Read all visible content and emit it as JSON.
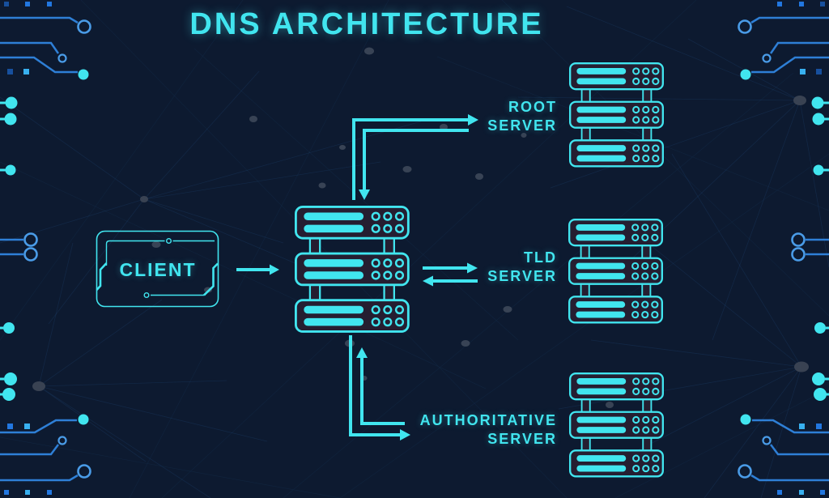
{
  "title": "DNS ARCHITECTURE",
  "client": {
    "label": "CLIENT"
  },
  "servers": {
    "root": {
      "line1": "ROOT",
      "line2": "SERVER"
    },
    "tld": {
      "line1": "TLD",
      "line2": "SERVER"
    },
    "authoritative": {
      "line1": "AUTHORITATIVE",
      "line2": "SERVER"
    }
  },
  "icons": {
    "client_frame": "client-frame-icon",
    "resolver": "server-stack-icon",
    "root": "server-stack-icon",
    "tld": "server-stack-icon",
    "authoritative": "server-stack-icon",
    "arrows": [
      "client-to-resolver-arrow",
      "resolver-to-root-arrow",
      "root-to-resolver-arrow",
      "resolver-to-tld-arrow",
      "tld-to-resolver-arrow",
      "resolver-to-authoritative-arrow",
      "authoritative-to-resolver-arrow"
    ]
  },
  "colors": {
    "background": "#0d1a30",
    "accent": "#41e5ef",
    "server_fill": "#251e31",
    "circuit_blue": "#2e7fd6"
  }
}
